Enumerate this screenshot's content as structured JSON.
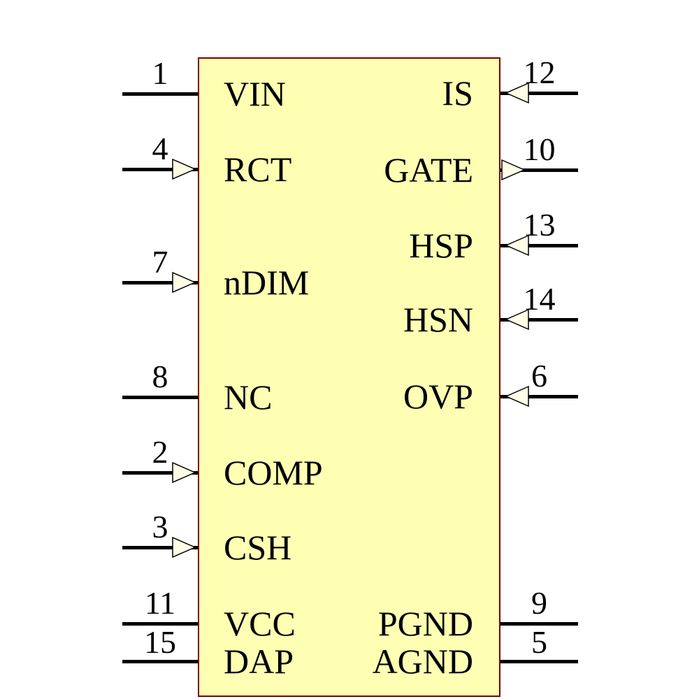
{
  "symbol": {
    "fill_color": "#FFFFB3",
    "border_color": "#800000",
    "wire_color": "#000000",
    "arrow_fill_color": "#FFFFE6",
    "text_color": "#000000",
    "background_color": "#FFFFFF"
  },
  "pins": {
    "left": [
      {
        "number": "1",
        "label": "VIN",
        "arrow": "none"
      },
      {
        "number": "4",
        "label": "RCT",
        "arrow": "in"
      },
      {
        "number": "7",
        "label": "nDIM",
        "arrow": "in"
      },
      {
        "number": "8",
        "label": "NC",
        "arrow": "none"
      },
      {
        "number": "2",
        "label": "COMP",
        "arrow": "in"
      },
      {
        "number": "3",
        "label": "CSH",
        "arrow": "in"
      },
      {
        "number": "11",
        "label": "VCC",
        "arrow": "none"
      },
      {
        "number": "15",
        "label": "DAP",
        "arrow": "none"
      }
    ],
    "right": [
      {
        "number": "12",
        "label": "IS",
        "arrow": "in"
      },
      {
        "number": "10",
        "label": "GATE",
        "arrow": "out"
      },
      {
        "number": "13",
        "label": "HSP",
        "arrow": "in"
      },
      {
        "number": "14",
        "label": "HSN",
        "arrow": "in"
      },
      {
        "number": "6",
        "label": "OVP",
        "arrow": "in"
      },
      {
        "number": "9",
        "label": "PGND",
        "arrow": "none"
      },
      {
        "number": "5",
        "label": "AGND",
        "arrow": "none"
      }
    ]
  }
}
